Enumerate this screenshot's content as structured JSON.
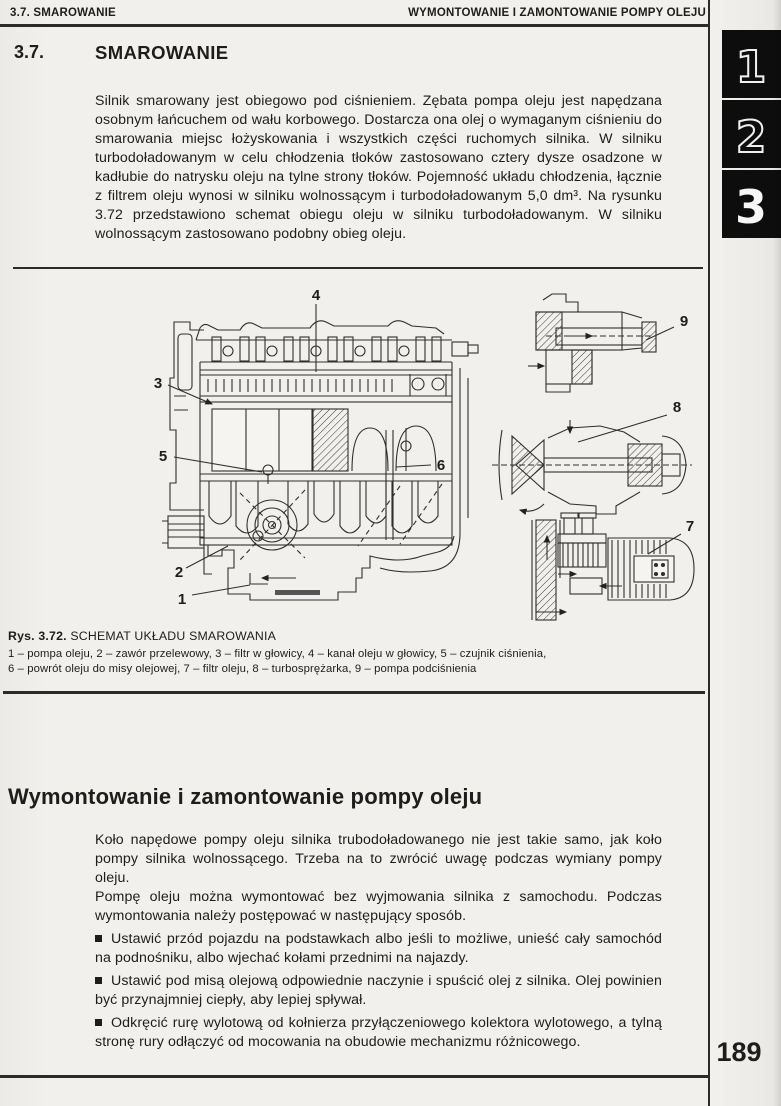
{
  "page": {
    "header_left": "3.7. SMAROWANIE",
    "header_right": "WYMONTOWANIE I ZAMONTOWANIE POMPY OLEJU",
    "page_number": "189"
  },
  "section": {
    "number": "3.7.",
    "title": "SMAROWANIE",
    "body": "Silnik smarowany jest obiegowo pod ciśnieniem. Zębata pompa oleju jest napędzana osobnym łańcuchem od wału korbowego. Dostarcza ona olej o wymaganym ciśnieniu do smarowania miejsc łożyskowania i wszystkich części ruchomych silnika. W silniku turbodoładowanym w celu chłodzenia tłoków zastosowano cztery dysze osadzone w kadłubie do natrysku oleju na tylne strony tłoków. Pojemność układu chłodzenia, łącznie z filtrem oleju wynosi w silniku wolnossącym i turbodoładowanym 5,0 dm³. Na rysunku 3.72 przedstawiono schemat obiegu oleju w silniku turbodoładowanym. W silniku wolnossącym zastosowano podobny obieg oleju."
  },
  "figure": {
    "caption_label": "Rys. 3.72.",
    "caption_title": "SCHEMAT UKŁADU SMAROWANIA",
    "legend_line1": "1 – pompa oleju, 2 – zawór przelewowy, 3 – filtr w głowicy, 4 – kanał oleju w głowicy, 5 – czujnik ciśnienia,",
    "legend_line2": "6 – powrót oleju do misy olejowej, 7 – filtr oleju, 8 – turbosprężarka, 9 – pompa podciśnienia",
    "callouts": {
      "n1": "1",
      "n2": "2",
      "n3": "3",
      "n4": "4",
      "n5": "5",
      "n6": "6",
      "n7": "7",
      "n8": "8",
      "n9": "9"
    }
  },
  "section2": {
    "title": "Wymontowanie i zamontowanie pompy oleju",
    "para1": "Koło napędowe pompy oleju silnika trubodoładowanego nie jest takie samo, jak koło pompy silnika wolnossącego. Trzeba na to zwrócić uwagę podczas wymiany pompy oleju.",
    "para2": "Pompę oleju można wymontować bez wyjmowania silnika z samochodu. Podczas wymontowania należy postępować w następujący sposób.",
    "bullets": [
      "Ustawić przód pojazdu na podstawkach albo jeśli to możliwe, unieść cały samochód na podnośniku, albo wjechać kołami przednimi na najazdy.",
      "Ustawić pod misą olejową odpowiednie naczynie i spuścić olej z silnika. Olej powinien być przynajmniej ciepły, aby lepiej spływał.",
      "Odkręcić rurę wylotową od kołnierza przyłączeniowego kolektora wylotowego, a tylną stronę rury odłączyć od mocowania na obudowie mechanizmu różnicowego."
    ]
  },
  "tabs": [
    {
      "label": "1"
    },
    {
      "label": "2"
    },
    {
      "label": "3"
    }
  ]
}
